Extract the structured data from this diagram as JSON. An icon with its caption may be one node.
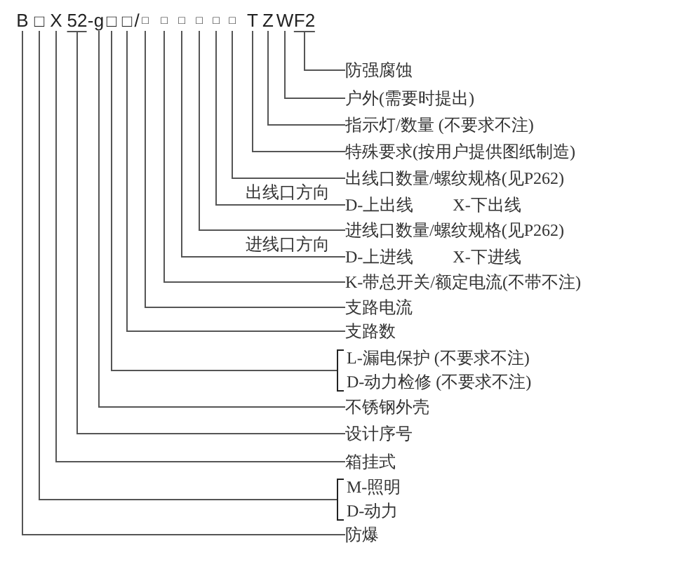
{
  "diagram": {
    "nodes": [
      {
        "text": [
          "B"
        ]
      },
      {
        "text": [
          "□"
        ]
      },
      {
        "text": [
          "X"
        ]
      },
      {
        "text": [
          "52"
        ]
      },
      {
        "text": [
          "g"
        ]
      },
      {
        "text": [
          "□"
        ]
      },
      {
        "text": [
          "□"
        ]
      },
      {
        "text": [
          "□"
        ]
      },
      {
        "text": [
          "□"
        ]
      },
      {
        "text": [
          "□"
        ]
      },
      {
        "text": [
          "□"
        ]
      },
      {
        "text": [
          "□"
        ]
      },
      {
        "text": [
          "□"
        ]
      },
      {
        "text": [
          "T"
        ]
      },
      {
        "text": [
          "Z"
        ]
      },
      {
        "text": [
          "W"
        ]
      },
      {
        "text": [
          "F2"
        ]
      },
      {
        "text": [
          "防强腐蚀"
        ]
      },
      {
        "text": [
          "户外(需要时提出)"
        ]
      },
      {
        "text": [
          "指示灯/数量 (不要求不注)"
        ]
      },
      {
        "text": [
          "特殊要求(按用户提供图纸制造)"
        ]
      },
      {
        "text": [
          "出线口数量/螺纹规格(见P262)"
        ]
      },
      {
        "text": [
          "D-上出线",
          "X-下出线"
        ]
      },
      {
        "text": [
          "进线口数量/螺纹规格(见P262)"
        ]
      },
      {
        "text": [
          "D-上进线",
          "X-下进线"
        ]
      },
      {
        "text": [
          "K-带总开关/额定电流(不带不注)"
        ]
      },
      {
        "text": [
          "支路电流"
        ]
      },
      {
        "text": [
          "支路数"
        ]
      },
      {
        "text": [
          "L-漏电保护 (不要求不注)",
          "D-动力检修 (不要求不注)"
        ]
      },
      {
        "text": [
          "不锈钢外壳"
        ]
      },
      {
        "text": [
          "设计序号"
        ]
      },
      {
        "text": [
          "箱挂式"
        ]
      },
      {
        "text": [
          "M-照明",
          "D-动力"
        ]
      },
      {
        "text": [
          "防爆"
        ]
      }
    ],
    "edges": [
      {
        "from": 16,
        "to": 17,
        "arrow": "none"
      },
      {
        "from": 15,
        "to": 18,
        "arrow": "none"
      },
      {
        "from": 14,
        "to": 19,
        "arrow": "none"
      },
      {
        "from": 13,
        "to": 20,
        "arrow": "none"
      },
      {
        "from": 12,
        "to": 21,
        "arrow": "none"
      },
      {
        "from": 11,
        "to": 22,
        "arrow": "none",
        "label": "出线口方向"
      },
      {
        "from": 10,
        "to": 23,
        "arrow": "none"
      },
      {
        "from": 9,
        "to": 24,
        "arrow": "none",
        "label": "进线口方向"
      },
      {
        "from": 8,
        "to": 25,
        "arrow": "none"
      },
      {
        "from": 7,
        "to": 26,
        "arrow": "none"
      },
      {
        "from": 6,
        "to": 27,
        "arrow": "none"
      },
      {
        "from": 5,
        "to": 28,
        "arrow": "none"
      },
      {
        "from": 4,
        "to": 29,
        "arrow": "none"
      },
      {
        "from": 3,
        "to": 30,
        "arrow": "none"
      },
      {
        "from": 2,
        "to": 31,
        "arrow": "none"
      },
      {
        "from": 1,
        "to": 32,
        "arrow": "none"
      },
      {
        "from": 0,
        "to": 33,
        "arrow": "none"
      }
    ],
    "labels": [
      "-",
      "/"
    ]
  }
}
